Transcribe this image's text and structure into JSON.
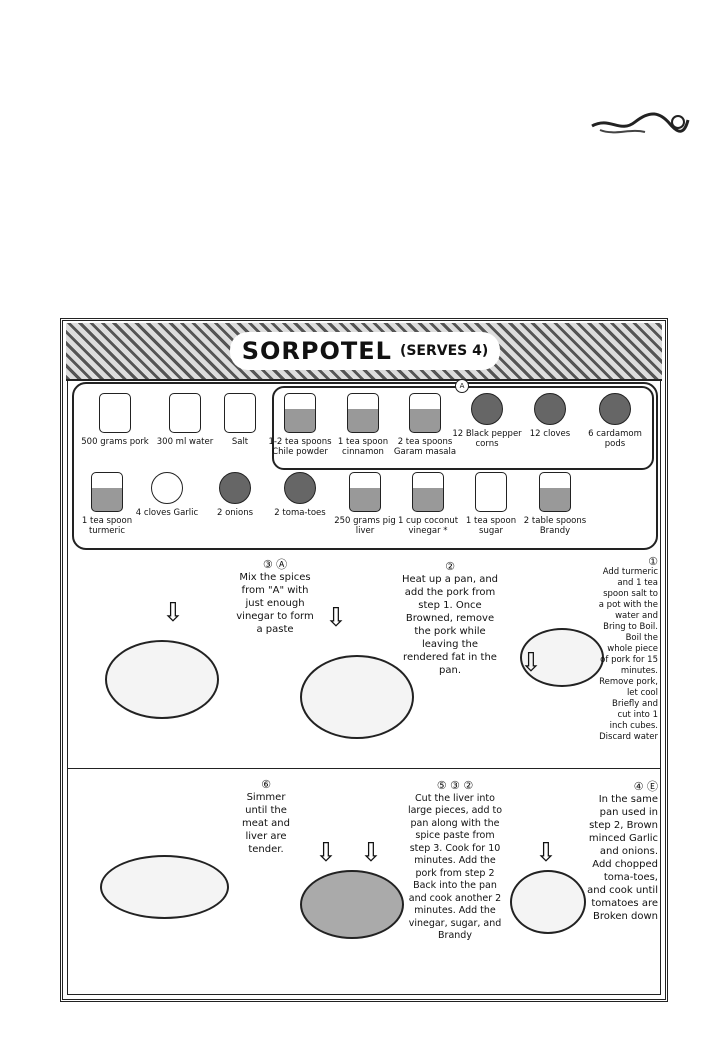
{
  "recipe": {
    "title": "SORPOTEL",
    "serves": "(SERVES 4)",
    "spice_group_label": "A",
    "ingredients": [
      {
        "label": "500 grams pork",
        "icon": "pork-icon"
      },
      {
        "label": "300 ml water",
        "icon": "measuring-cup-icon"
      },
      {
        "label": "Salt",
        "icon": "salt-shaker-icon"
      },
      {
        "label": "1-2 tea spoons Chile powder",
        "icon": "spice-jar-icon"
      },
      {
        "label": "1 tea spoon cinnamon",
        "icon": "spice-jar-icon"
      },
      {
        "label": "2 tea spoons Garam masala",
        "icon": "spice-jar-icon"
      },
      {
        "label": "12 Black pepper corns",
        "icon": "peppercorn-icon"
      },
      {
        "label": "12 cloves",
        "icon": "clove-icon"
      },
      {
        "label": "6 cardamom pods",
        "icon": "cardamom-icon"
      },
      {
        "label": "1 tea spoon turmeric",
        "icon": "spice-jar-icon"
      },
      {
        "label": "4 cloves Garlic",
        "icon": "garlic-icon"
      },
      {
        "label": "2 onions",
        "icon": "onion-icon"
      },
      {
        "label": "2 toma-toes",
        "icon": "tomato-icon"
      },
      {
        "label": "250 grams pig liver",
        "icon": "liver-icon"
      },
      {
        "label": "1 cup coconut vinegar *",
        "icon": "vinegar-bottle-icon"
      },
      {
        "label": "1 tea spoon sugar",
        "icon": "sugar-jar-icon"
      },
      {
        "label": "2 table spoons Brandy",
        "icon": "brandy-bottle-icon"
      }
    ],
    "steps": [
      {
        "number": "①",
        "text": "Add turmeric and 1 tea spoon salt to a pot with the water and Bring to Boil. Boil the whole piece of pork for 15 minutes. Remove pork, let cool Briefly and cut into 1 inch cubes. Discard water"
      },
      {
        "number": "②",
        "text": "Heat up a pan, and add the pork from step 1. Once Browned, remove the pork while leaving the rendered fat in the pan."
      },
      {
        "number": "③ Ⓐ",
        "text": "Mix the spices from \"A\" with just enough vinegar to form a paste"
      },
      {
        "number": "④ Ⓔ",
        "text": "In the same pan used in step 2, Brown minced Garlic and onions. Add chopped toma-toes, and cook until tomatoes are Broken down"
      },
      {
        "number": "⑤ ③ ②",
        "text": "Cut the liver into large pieces, add to pan along with the spice paste from step 3. Cook for 10 minutes. Add the pork from step 2 Back into the pan and cook another 2 minutes. Add the vinegar, sugar, and Brandy"
      },
      {
        "number": "⑥",
        "text": "Simmer until the meat and liver are tender."
      }
    ]
  }
}
